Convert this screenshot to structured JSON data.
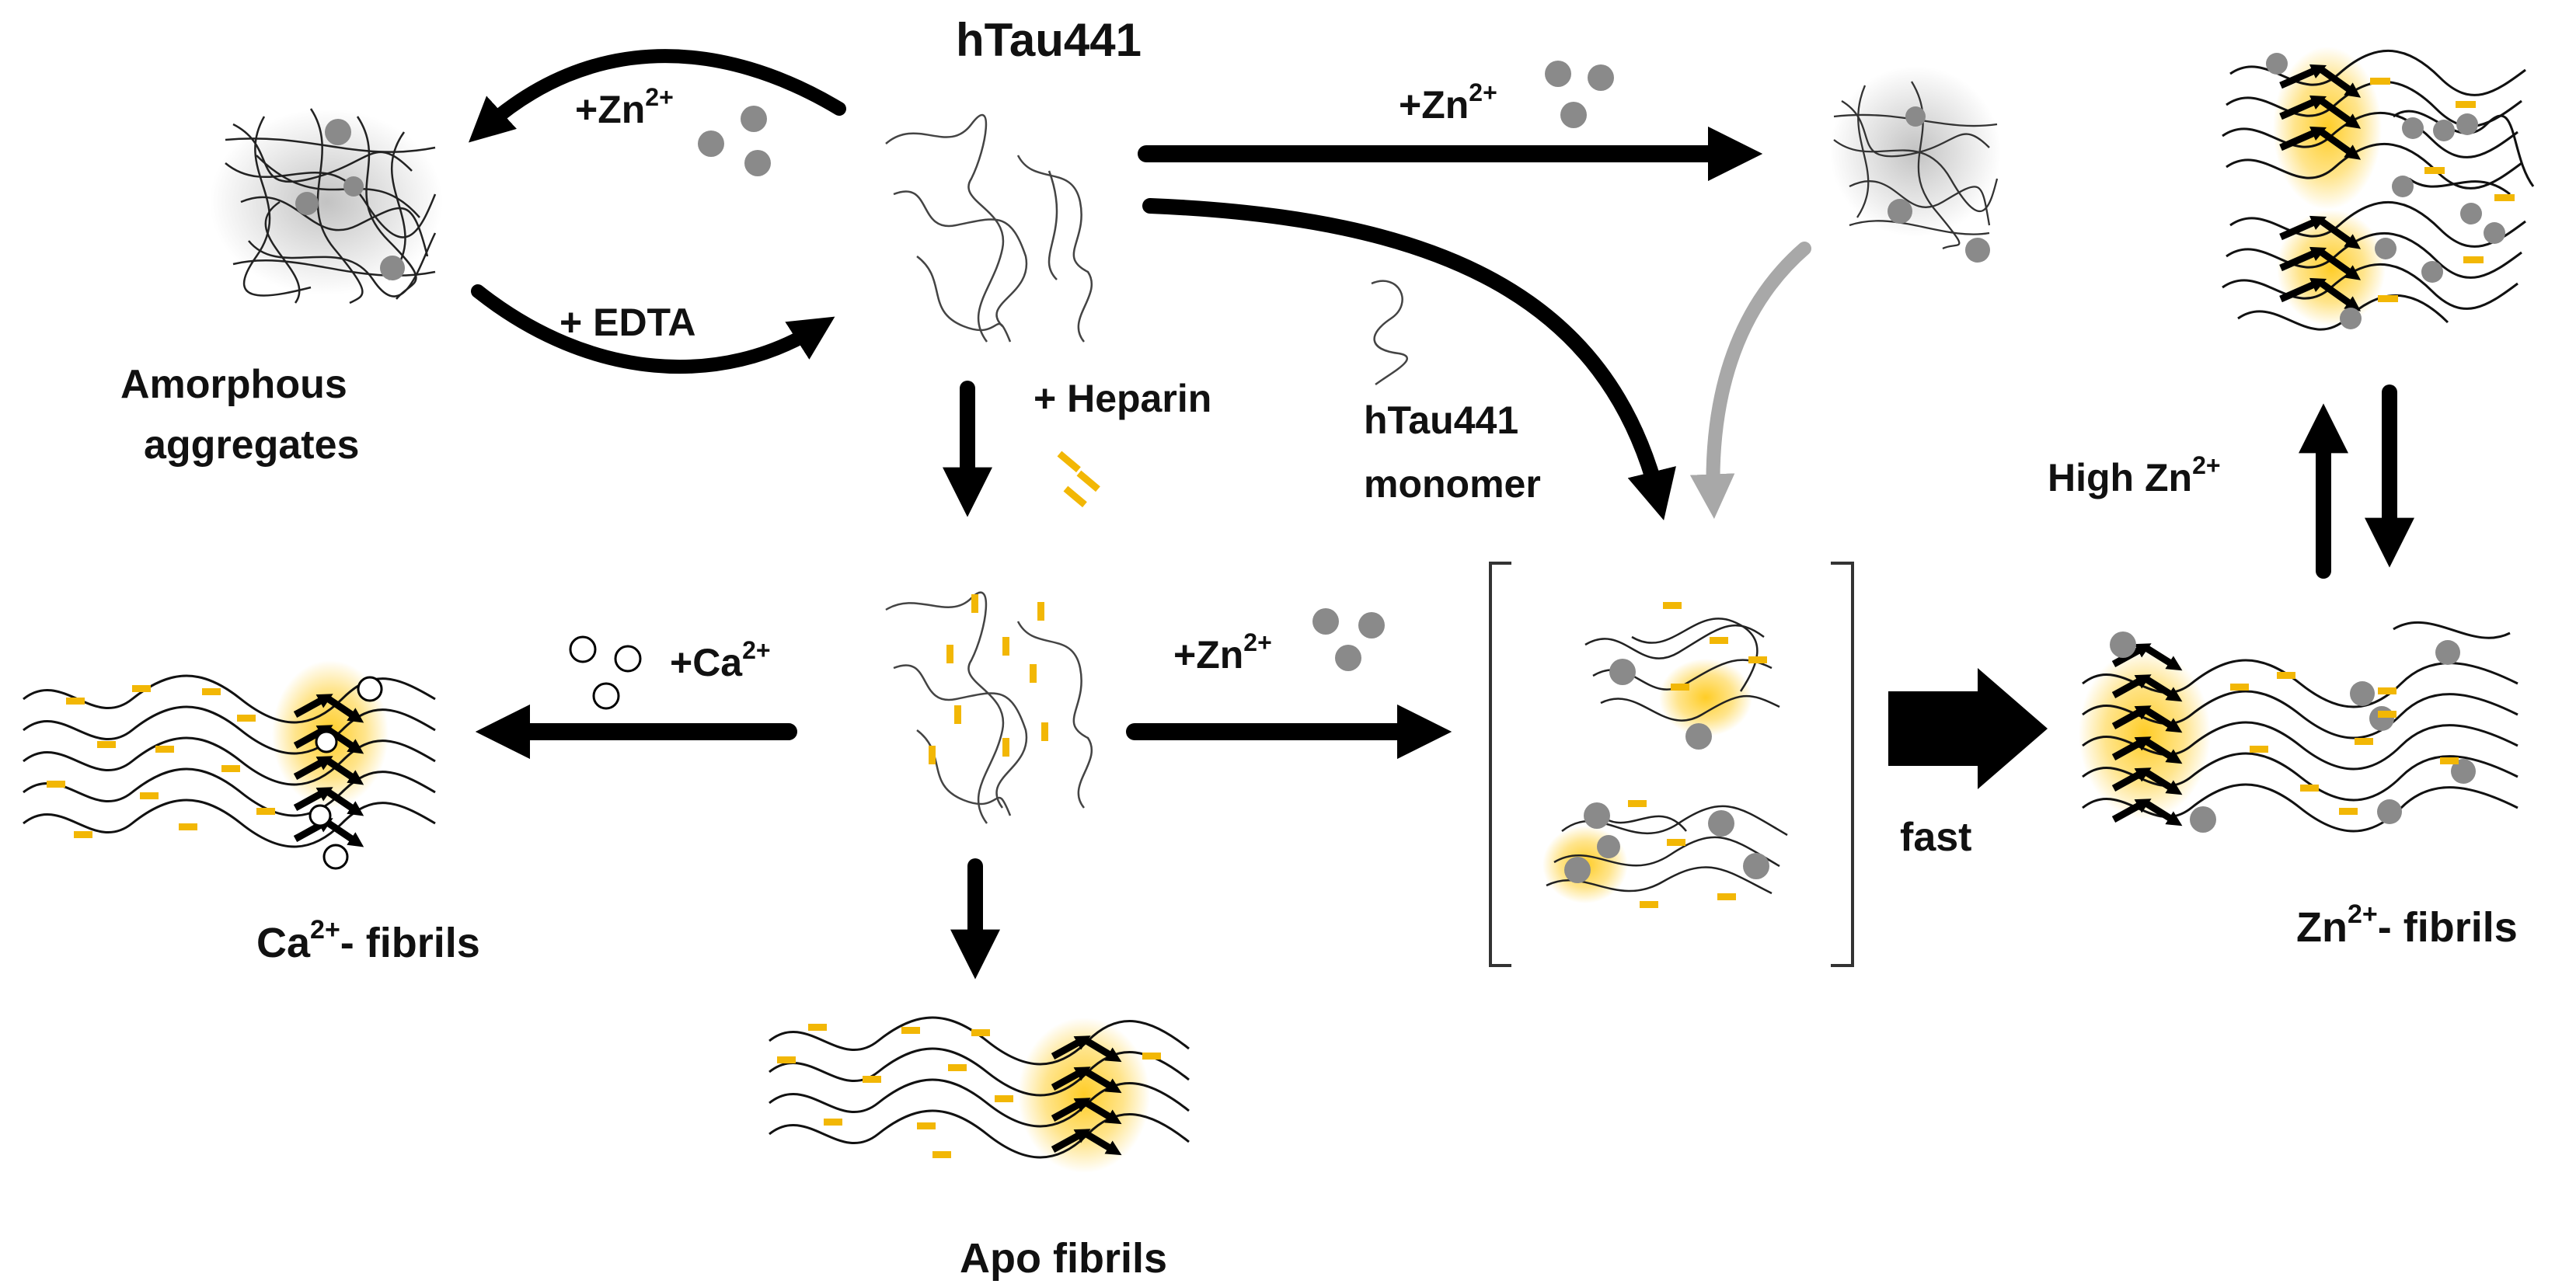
{
  "labels": {
    "htau_title": "hTau441",
    "zn_top_left": "+Zn",
    "zn_top_left_sup": "2+",
    "edta": "+ EDTA",
    "amorphous_1": "Amorphous",
    "amorphous_2": "aggregates",
    "zn_top_mid": "+Zn",
    "zn_top_mid_sup": "2+",
    "heparin": "+ Heparin",
    "monomer_1": "hTau441",
    "monomer_2": "monomer",
    "ca": "+Ca",
    "ca_sup": "2+",
    "zn_mid": "+Zn",
    "zn_mid_sup": "2+",
    "high_zn": "High Zn",
    "high_zn_sup": "2+",
    "fast": "fast",
    "ca_fibrils_pre": "Ca",
    "ca_fibrils_sup": "2+",
    "ca_fibrils_post": "- fibrils",
    "zn_fibrils_pre": "Zn",
    "zn_fibrils_sup": "2+",
    "zn_fibrils_post": "- fibrils",
    "apo_fibrils": "Apo fibrils"
  },
  "colors": {
    "heparin": "#f2b705",
    "glow": "#ffc400",
    "zn_ion": "#8a8a8a",
    "ca_ion": "#ffffff",
    "arrow": "#000000",
    "arrow_grey": "#a8a8a8"
  }
}
